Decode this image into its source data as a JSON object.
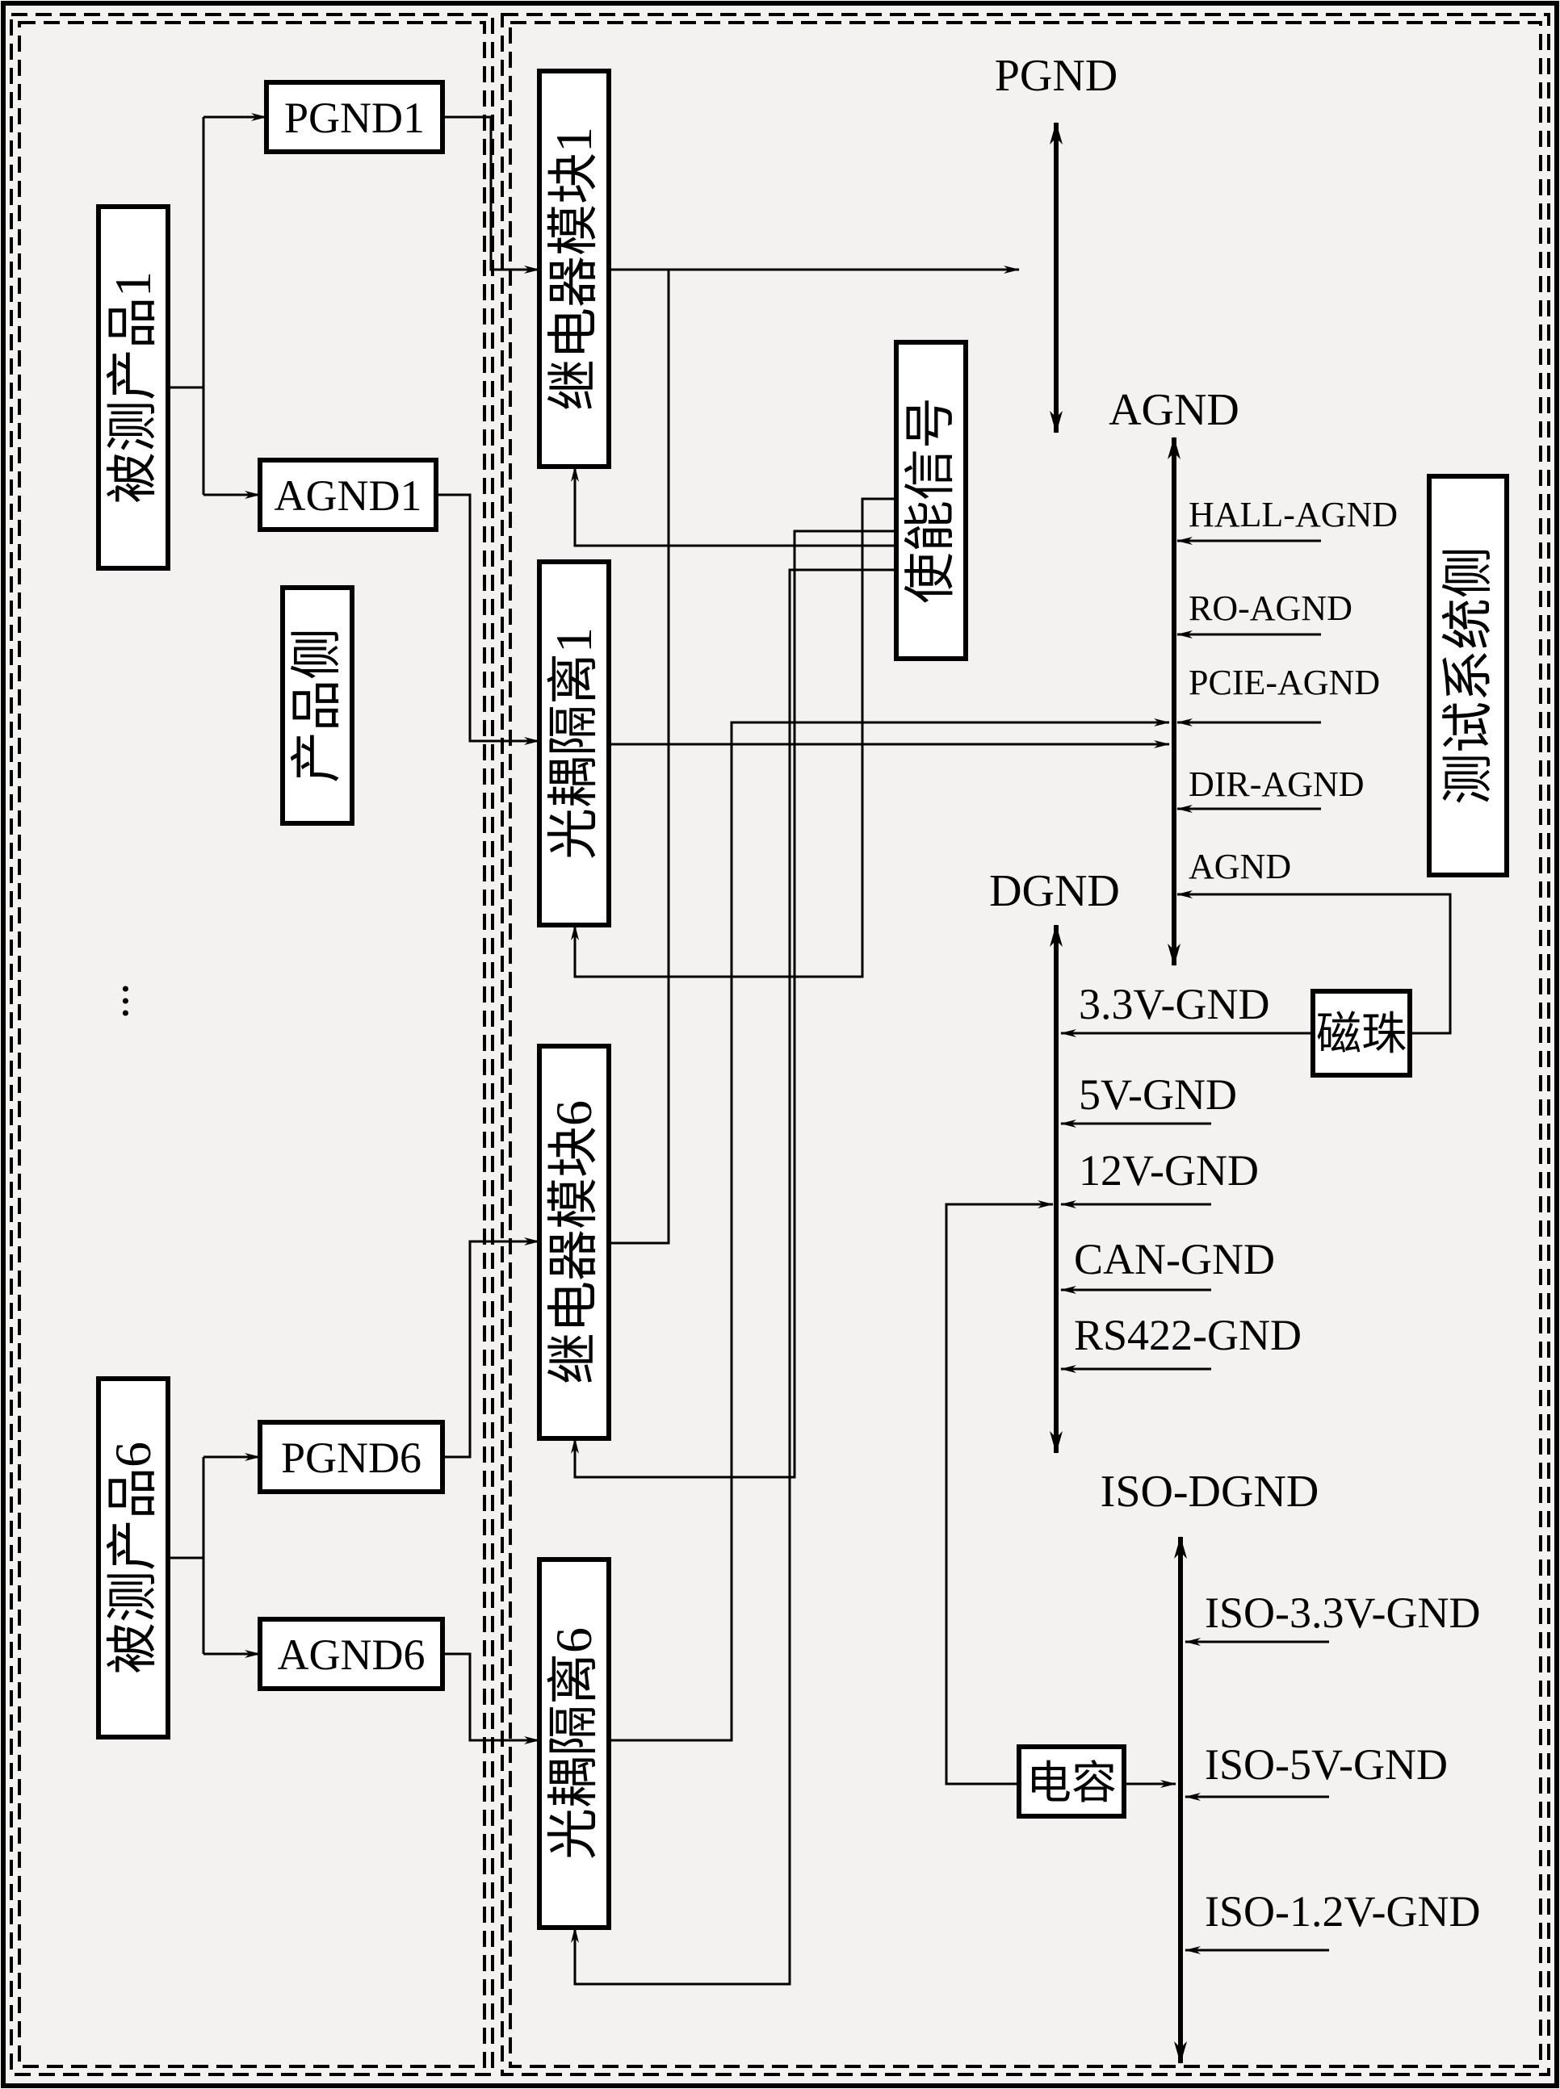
{
  "product_side": {
    "label": "产品侧",
    "product1": {
      "label": "被测产品1",
      "pgnd": "PGND1",
      "agnd": "AGND1"
    },
    "product6": {
      "label": "被测产品6",
      "pgnd": "PGND6",
      "agnd": "AGND6"
    },
    "ellipsis": "..."
  },
  "modules": {
    "relay1": "继电器模块1",
    "opto1": "光耦隔离1",
    "relay6": "继电器模块6",
    "opto6": "光耦隔离6",
    "enable": "使能信号"
  },
  "test_side": {
    "label": "测试系统侧"
  },
  "buses": {
    "pgnd": "PGND",
    "agnd": "AGND",
    "dgnd": "DGND",
    "iso_dgnd": "ISO-DGND"
  },
  "agnd_inputs": [
    "HALL-AGND",
    "RO-AGND",
    "PCIE-AGND",
    "DIR-AGND",
    "AGND"
  ],
  "dgnd_inputs": [
    "3.3V-GND",
    "5V-GND",
    "12V-GND",
    "CAN-GND",
    "RS422-GND"
  ],
  "iso_inputs": [
    "ISO-3.3V-GND",
    "ISO-5V-GND",
    "ISO-1.2V-GND"
  ],
  "components": {
    "ferrite": "磁珠",
    "capacitor": "电容"
  }
}
